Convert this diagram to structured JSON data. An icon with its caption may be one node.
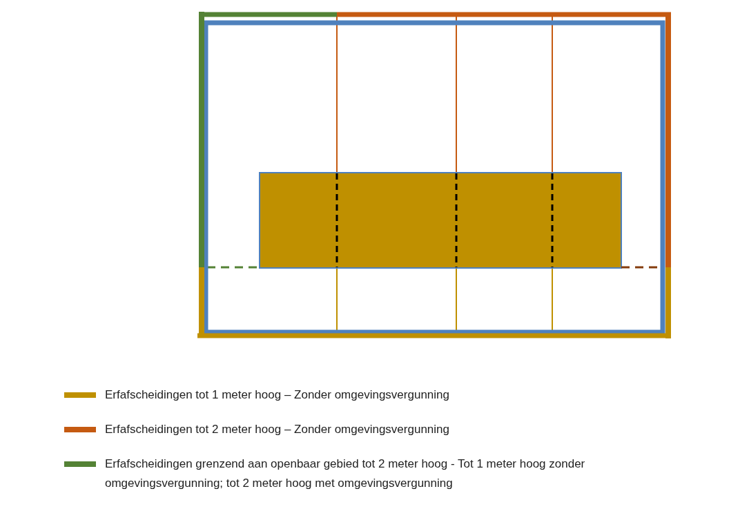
{
  "diagram": {
    "legend": [
      {
        "text": "Erfafscheidingen tot 1 meter hoog – Zonder omgevingsvergunning",
        "color": "#bf9000"
      },
      {
        "text": "Erfafscheidingen tot 2 meter hoog – Zonder omgevingsvergunning",
        "color": "#c55a11"
      },
      {
        "text": "Erfafscheidingen grenzend aan openbaar gebied tot 2 meter hoog -  Tot 1 meter hoog zonder omgevingsvergunning; tot 2 meter hoog met omgevingsvergunning",
        "color": "#548235"
      }
    ]
  }
}
